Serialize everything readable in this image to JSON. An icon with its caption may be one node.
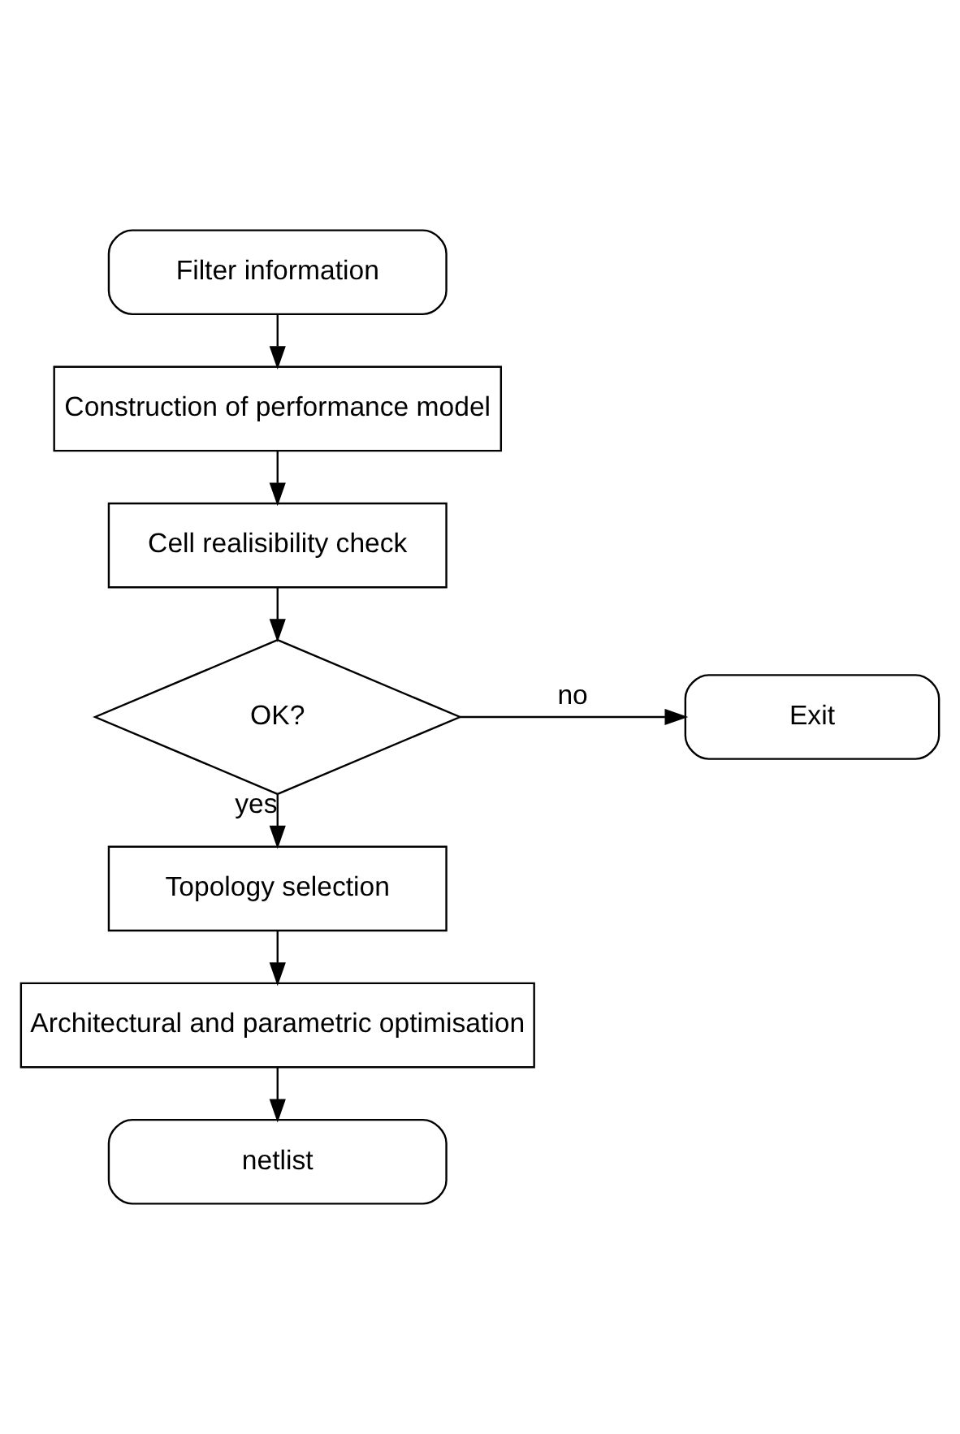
{
  "diagram": {
    "nodes": [
      {
        "text": [
          "Filter information"
        ]
      },
      {
        "text": [
          "Construction of performance model"
        ]
      },
      {
        "text": [
          "Cell realisibility check"
        ]
      },
      {
        "text": [
          "OK?"
        ]
      },
      {
        "text": [
          "Exit"
        ]
      },
      {
        "text": [
          "Topology selection"
        ]
      },
      {
        "text": [
          "Architectural and parametric optimisation"
        ]
      },
      {
        "text": [
          "netlist"
        ]
      }
    ],
    "edges": [
      {
        "from": 0,
        "to": 1,
        "arrow": "to"
      },
      {
        "from": 1,
        "to": 2,
        "arrow": "to"
      },
      {
        "from": 2,
        "to": 3,
        "arrow": "to"
      },
      {
        "from": 3,
        "to": 4,
        "arrow": "to",
        "label": "no"
      },
      {
        "from": 3,
        "to": 5,
        "arrow": "to",
        "label": "yes"
      },
      {
        "from": 5,
        "to": 6,
        "arrow": "to"
      },
      {
        "from": 6,
        "to": 7,
        "arrow": "to"
      }
    ]
  }
}
